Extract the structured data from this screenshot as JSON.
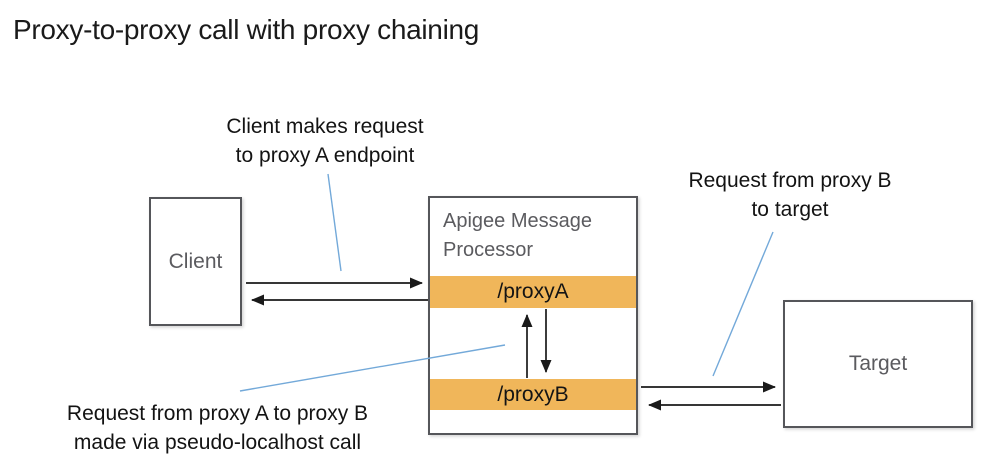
{
  "title": "Proxy-to-proxy call with proxy chaining",
  "annotations": {
    "client_request": {
      "line1": "Client makes request",
      "line2": "to proxy A endpoint"
    },
    "proxyb_to_target": {
      "line1": "Request from proxy B",
      "line2": "to target"
    },
    "proxya_to_proxyb": {
      "line1": "Request from proxy A to proxy B",
      "line2": "made via pseudo-localhost call"
    }
  },
  "nodes": {
    "client": {
      "label": "Client"
    },
    "message_processor": {
      "title": "Apigee Message Processor",
      "endpoints": [
        {
          "label": "/proxyA"
        },
        {
          "label": "/proxyB"
        }
      ]
    },
    "target": {
      "label": "Target"
    }
  },
  "colors": {
    "endpoint_bar": "#f0b65a",
    "box_border": "#55565a",
    "secondary_text": "#5b5b5f",
    "arrow": "#1a1a1a",
    "callout_line": "#73a9d9",
    "title_text": "#1a1a1a",
    "background": "#ffffff"
  }
}
